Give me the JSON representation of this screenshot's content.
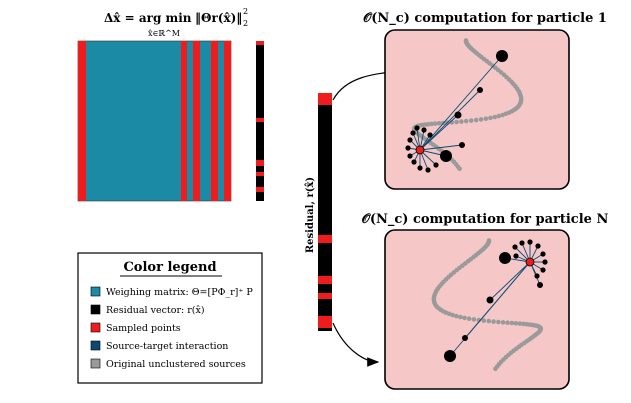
{
  "equation": {
    "lhs": "Δx̂ = arg min",
    "sub": "x̂∈ℝ^M",
    "norm": "‖Θr(x̂)‖",
    "sup": "2",
    "normsub": "2"
  },
  "panel_top": {
    "title": "𝒪(N_c) computation for particle 1"
  },
  "panel_bottom": {
    "title": "𝒪(N_c) computation for particle N"
  },
  "residual_label": "Residual, r(x̂)",
  "legend": {
    "title": "Color legend",
    "items": [
      {
        "label": "Weighing matrix: Θ=[PΦ_r]⁺ P",
        "color": "#1b8aa5"
      },
      {
        "label": "Residual vector: r(x̂)",
        "color": "#000000"
      },
      {
        "label": "Sampled points",
        "color": "#ee1c1c"
      },
      {
        "label": "Source-target interaction",
        "color": "#0a4a74"
      },
      {
        "label": "Original unclustered sources",
        "color": "#9a9a9a"
      }
    ]
  },
  "colors": {
    "teal": "#1b8aa5",
    "red": "#ee1c1c",
    "black": "#000000",
    "panel_bg": "#f5c7c7",
    "navy": "#0a4a74",
    "gray": "#9a9a9a"
  }
}
